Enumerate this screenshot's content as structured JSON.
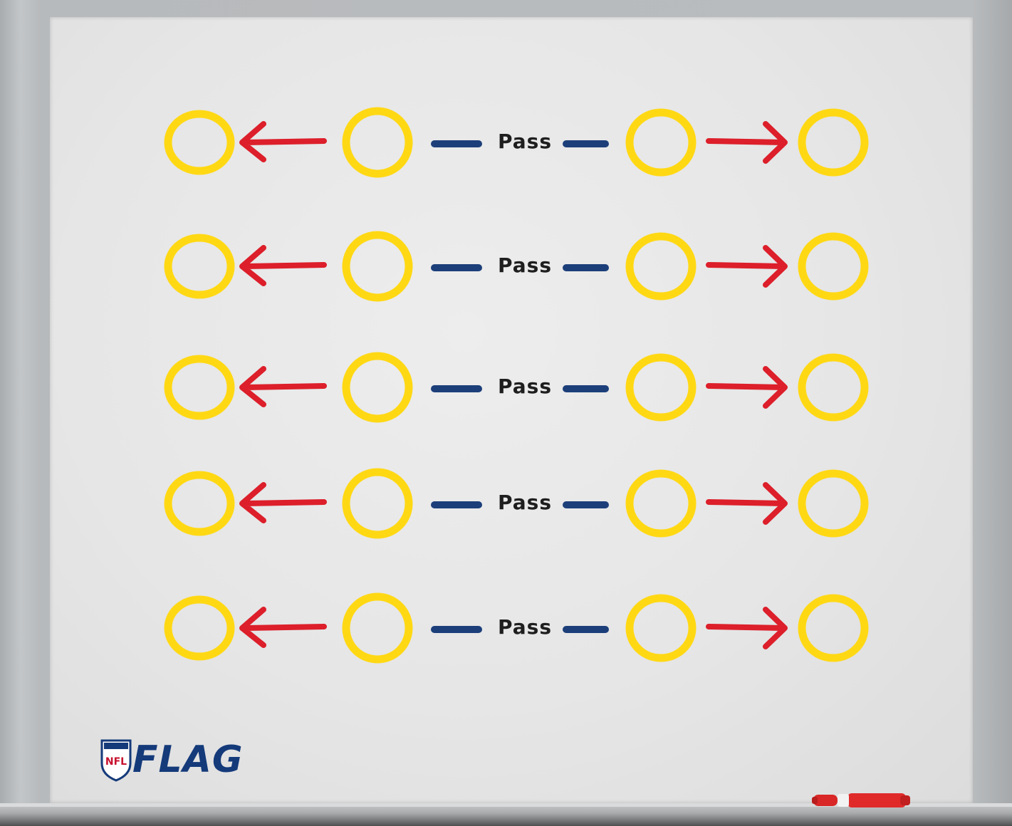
{
  "board": {
    "rows": [
      {
        "label": "Pass"
      },
      {
        "label": "Pass"
      },
      {
        "label": "Pass"
      },
      {
        "label": "Pass"
      },
      {
        "label": "Pass"
      }
    ]
  },
  "logo": {
    "shield_text": "NFL",
    "wordmark": "FLAG"
  },
  "colors": {
    "player": "#ffd814",
    "arrow": "#dc1f2a",
    "pass_line": "#1c3f7a",
    "marker": "#e02a2a"
  }
}
